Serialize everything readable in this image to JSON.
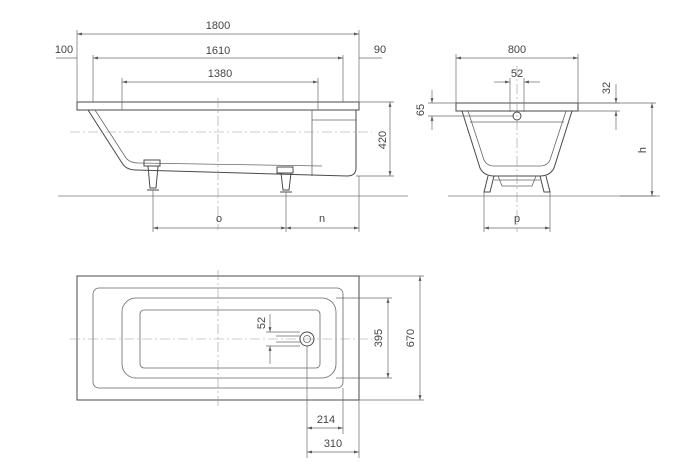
{
  "side_view": {
    "overall_length": "1800",
    "left_rim": "100",
    "inner_length": "1610",
    "right_rim": "90",
    "bottom_length": "1380",
    "height": "420",
    "leg_o": "o",
    "leg_n": "n"
  },
  "end_view": {
    "width": "800",
    "drain_offset": "52",
    "rim_depth": "65",
    "rim_thickness": "32",
    "total_height": "h",
    "leg_spacing": "p"
  },
  "top_view": {
    "drain_offset": "52",
    "inner_width": "395",
    "outer_width": "670",
    "drain_distance": "214",
    "drain_end_distance": "310"
  }
}
